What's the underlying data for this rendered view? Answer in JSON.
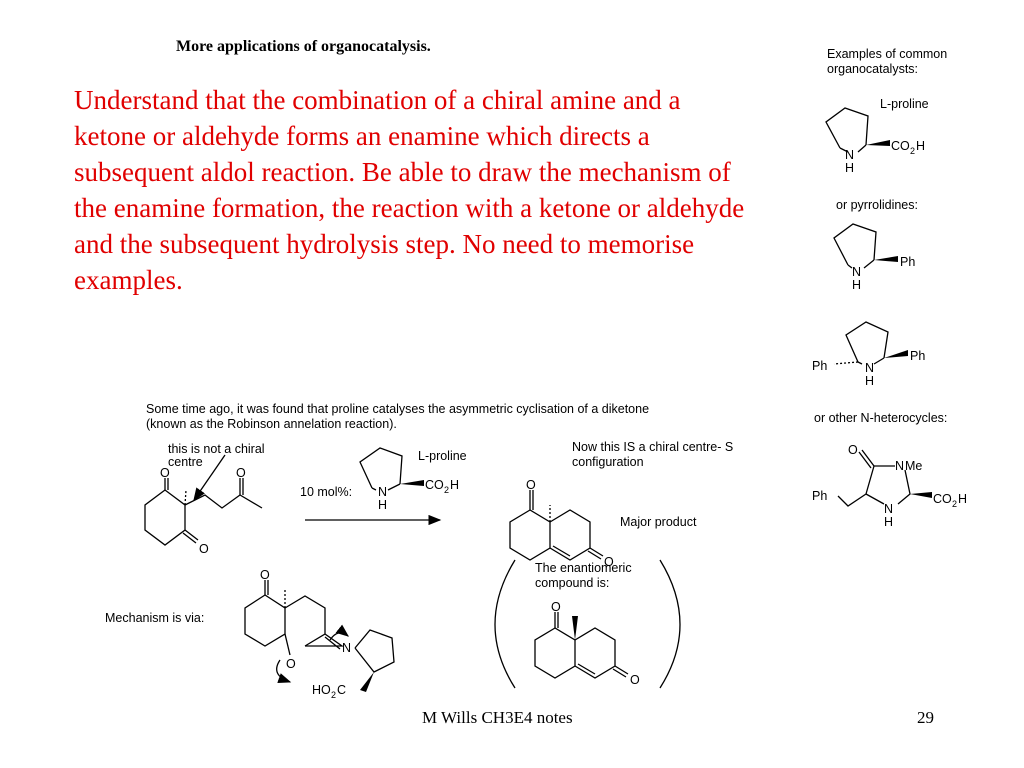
{
  "slide": {
    "title": "More applications of organocatalysis.",
    "main_text": "Understand that the combination of a chiral amine and a ketone or aldehyde forms an enamine which directs a subsequent aldol reaction. Be able to draw the mechanism of the enamine formation, the reaction with a ketone or aldehyde and the subsequent hydrolysis step. No need to memorise examples.",
    "examples_heading": "Examples of common organocatalysts:",
    "or_pyrrolidines": "or pyrrolidines:",
    "or_other": "or other N-heterocycles:",
    "intro_text": "Some time ago, it was found that proline catalyses the asymmetric cyclisation of a diketone (known as the Robinson annelation reaction).",
    "not_chiral_label": "this is not a chiral centre",
    "reagent_amount": "10 mol%:",
    "chiral_centre_label": "Now this IS a chiral centre- S configuration",
    "major_product": "Major product",
    "enantiomer_label": "The enantiomeric compound is:",
    "mechanism_label": "Mechanism is via:",
    "footer_left": "M Wills CH3E4 notes",
    "page_number": "29"
  },
  "chem": {
    "lproline": "L-proline",
    "N": "N",
    "H": "H",
    "O": "O",
    "Ph": "Ph",
    "Me": "Me",
    "CO": "CO",
    "C": "C",
    "HO": "HO",
    "sub2": "2"
  }
}
